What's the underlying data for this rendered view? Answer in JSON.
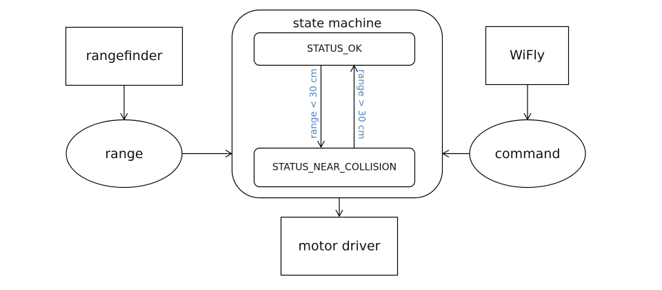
{
  "diagram": {
    "nodes": {
      "rangefinder": {
        "label": "rangefinder",
        "shape": "rectangle"
      },
      "range": {
        "label": "range",
        "shape": "ellipse"
      },
      "wifly": {
        "label": "WiFly",
        "shape": "rectangle"
      },
      "command": {
        "label": "command",
        "shape": "ellipse"
      },
      "state_machine": {
        "label": "state machine",
        "shape": "rounded-container"
      },
      "status_ok": {
        "label": "STATUS_OK",
        "shape": "rounded-rectangle"
      },
      "status_near_collision": {
        "label": "STATUS_NEAR_COLLISION",
        "shape": "rounded-rectangle"
      },
      "motor_driver": {
        "label": "motor driver",
        "shape": "rectangle"
      }
    },
    "edges": [
      {
        "from": "rangefinder",
        "to": "range",
        "label": ""
      },
      {
        "from": "range",
        "to": "state_machine",
        "label": ""
      },
      {
        "from": "wifly",
        "to": "command",
        "label": ""
      },
      {
        "from": "command",
        "to": "state_machine",
        "label": ""
      },
      {
        "from": "status_ok",
        "to": "status_near_collision",
        "label": "range < 30 cm"
      },
      {
        "from": "status_near_collision",
        "to": "status_ok",
        "label": "range > 30 cm"
      },
      {
        "from": "state_machine",
        "to": "motor_driver",
        "label": ""
      }
    ],
    "colors": {
      "line": "#000000",
      "transition_label": "#4f81bd"
    }
  }
}
